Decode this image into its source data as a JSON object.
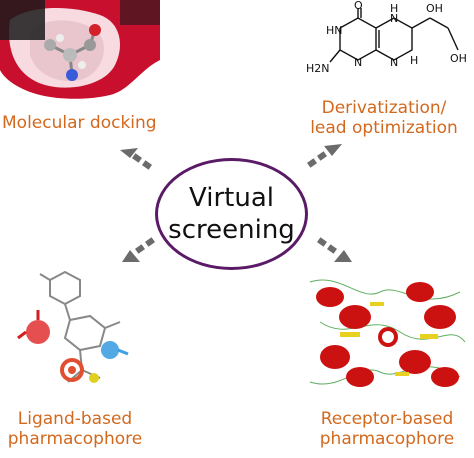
{
  "center": {
    "line1": "Virtual",
    "line2": "screening"
  },
  "labels": {
    "docking": "Molecular docking",
    "derivatization_line1": "Derivatization/",
    "derivatization_line2": "lead optimization",
    "ligand_line1": "Ligand-based",
    "ligand_line2": "pharmacophore",
    "receptor_line1": "Receptor-based",
    "receptor_line2": "pharmacophore"
  },
  "structure": {
    "atom_O": "O",
    "atom_HN": "HN",
    "atom_H": "H",
    "atom_N1": "N",
    "atom_N2": "N",
    "atom_N3": "N",
    "atom_H2N": "H",
    "atom_OH1": "OH",
    "atom_OH2": "OH",
    "amine": "H2N"
  },
  "colors": {
    "label": "#d2691e",
    "ellipse_border": "#5a1a66",
    "arrow": "#6b6b6b"
  }
}
